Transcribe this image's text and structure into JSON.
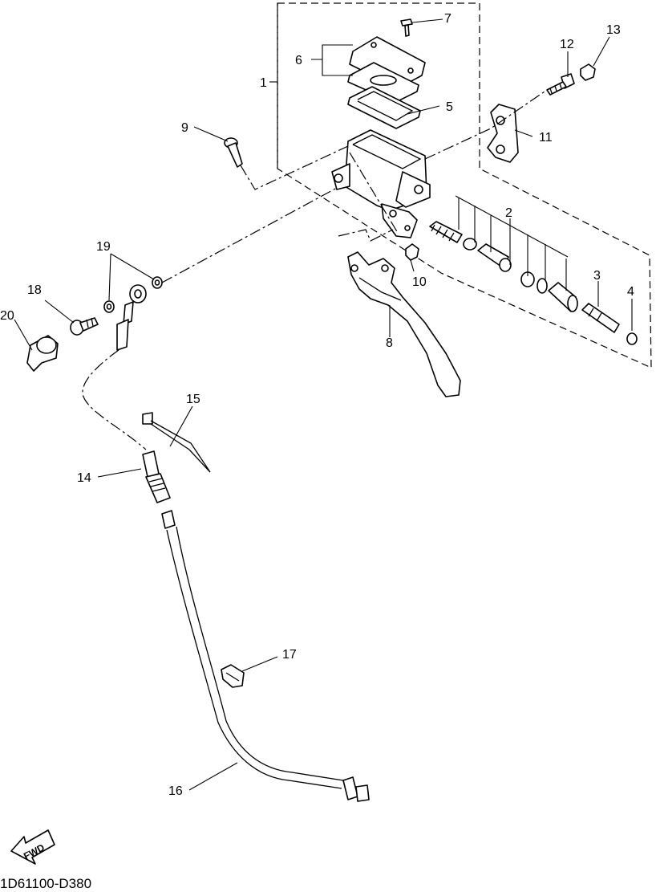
{
  "diagram": {
    "drawing_code": "1D61100-D380",
    "direction_label": "FWD",
    "callouts": [
      "1",
      "2",
      "3",
      "4",
      "5",
      "6",
      "7",
      "8",
      "9",
      "10",
      "11",
      "12",
      "13",
      "14",
      "15",
      "16",
      "17",
      "18",
      "19",
      "20"
    ]
  }
}
